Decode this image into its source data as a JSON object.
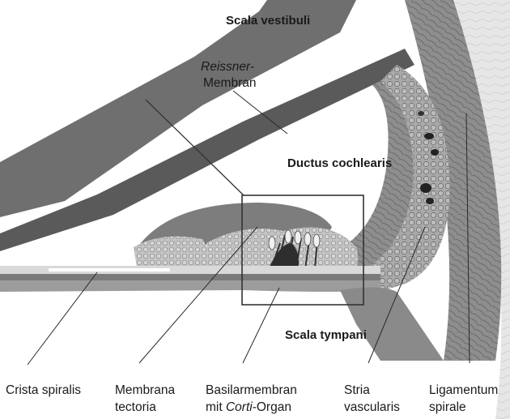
{
  "labels": {
    "scala_vestibuli": "Scala vestibuli",
    "reissner_italic": "Reissner",
    "reissner_suffix": "-",
    "membran": "Membran",
    "ductus_cochlearis": "Ductus cochlearis",
    "scala_tympani": "Scala tympani",
    "crista_spiralis": "Crista spiralis",
    "membrana": "Membrana",
    "tectoria": "tectoria",
    "basilarmembran": "Basilarmembran",
    "mit": "mit ",
    "corti_italic": "Corti",
    "organ_suffix": "-Organ",
    "stria": "Stria",
    "vascularis": "vascularis",
    "ligamentum": "Ligamentum",
    "spirale": "spirale"
  }
}
